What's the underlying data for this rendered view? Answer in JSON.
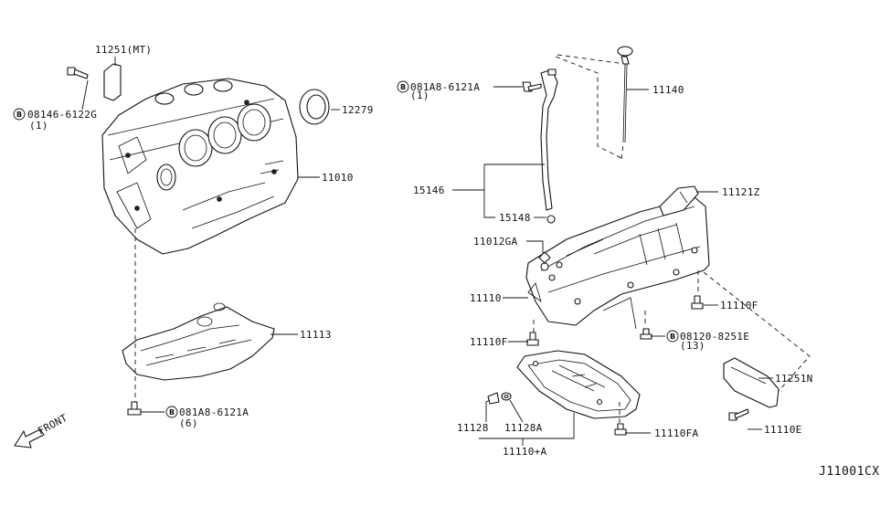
{
  "diagram": {
    "code": "J11001CX",
    "front_label": "FRONT",
    "bolt_symbol": "B"
  },
  "labels": {
    "p11251mt": "11251(MT)",
    "p08146": "08146-6122G",
    "p08146_qty": "(1)",
    "p12279": "12279",
    "p11010": "11010",
    "p11113": "11113",
    "p081a8_bottom": "081A8-6121A",
    "p081a8_bottom_qty": "(6)",
    "p081a8_top": "081A8-6121A",
    "p081a8_top_qty": "(1)",
    "p11140": "11140",
    "p15146": "15146",
    "p15148": "15148",
    "p11121z": "11121Z",
    "p11012ga": "11012GA",
    "p11110": "11110",
    "p11110f_right": "11110F",
    "p11110f_left": "11110F",
    "p08120": "08120-8251E",
    "p08120_qty": "(13)",
    "p11251n": "11251N",
    "p11110e": "11110E",
    "p11128": "11128",
    "p11128a": "11128A",
    "p11110a": "11110+A",
    "p11110fa": "11110FA"
  }
}
